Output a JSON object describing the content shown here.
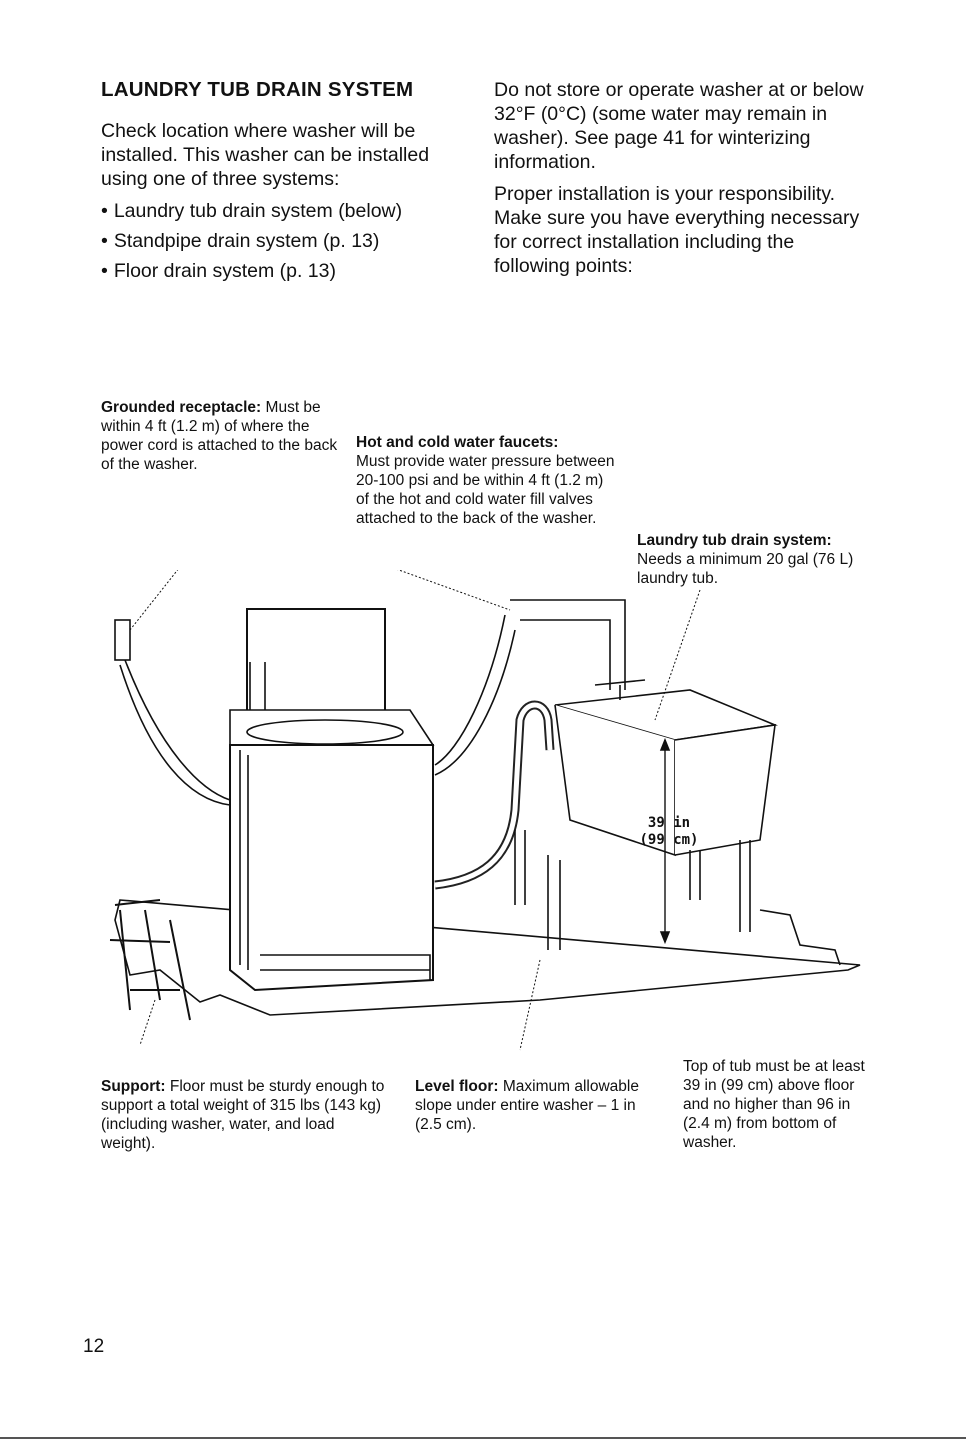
{
  "left_column": {
    "heading": "LAUNDRY TUB DRAIN SYSTEM",
    "intro": "Check location where washer will be installed. This washer can be installed using one of three systems:",
    "bullets": [
      "Laundry tub drain system (below)",
      "Standpipe drain system (p. 13)",
      "Floor drain system (p. 13)"
    ]
  },
  "right_column": {
    "para1": "Do not store or operate washer at or below 32°F (0°C) (some water may remain in washer). See page 41 for winterizing information.",
    "para2": "Proper installation is your responsibility. Make sure you have everything necessary for correct installation including the following points:"
  },
  "callouts": {
    "receptacle": {
      "title": "Grounded receptacle:",
      "text": "Must be within 4 ft (1.2 m) of where the power cord is attached to the back of the washer."
    },
    "faucets": {
      "title": "Hot and cold water faucets:",
      "text": "Must provide water pressure between 20-100 psi and be within 4 ft (1.2 m) of the hot and cold water fill valves attached to the back of the washer."
    },
    "tub": {
      "title": "Laundry tub drain system:",
      "text": "Needs a minimum 20 gal (76 L) laundry tub."
    },
    "support": {
      "title": "Support:",
      "text": "Floor must be sturdy enough to support a total weight of 315 lbs (143 kg) (including washer, water, and load weight)."
    },
    "level": {
      "title": "Level floor:",
      "text": "Maximum allowable slope under entire washer – 1 in (2.5 cm)."
    },
    "top": {
      "text": "Top of tub must be at least 39 in (99 cm) above floor and no higher than 96 in (2.4 m) from bottom of washer."
    }
  },
  "illustration": {
    "dimension_in": "39 in",
    "dimension_cm": "(99 cm)"
  },
  "page_number": "12"
}
